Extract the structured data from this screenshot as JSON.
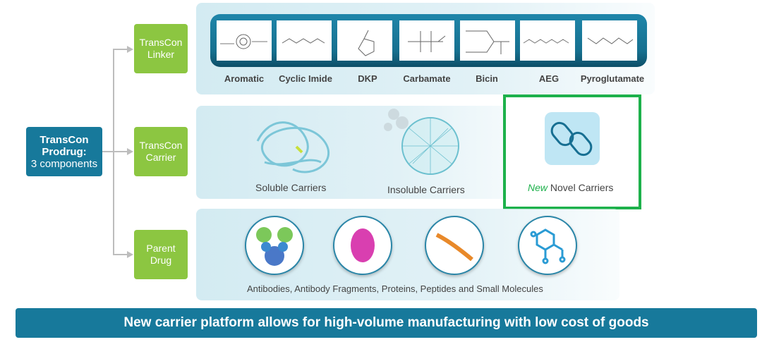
{
  "prodrug": {
    "line1": "TransCon",
    "line2": "Prodrug:",
    "line3": "3 components"
  },
  "components": [
    {
      "line1": "TransCon",
      "line2": "Linker"
    },
    {
      "line1": "TransCon",
      "line2": "Carrier"
    },
    {
      "line1": "Parent",
      "line2": "Drug"
    }
  ],
  "linkers": [
    "Aromatic",
    "Cyclic Imide",
    "DKP",
    "Carbamate",
    "Bicin",
    "AEG",
    "Pyroglutamate"
  ],
  "carriers": {
    "soluble": "Soluble Carriers",
    "insoluble": "Insoluble Carriers",
    "new_tag": "New",
    "novel": "Novel Carriers"
  },
  "parent_drug_caption": "Antibodies, Antibody Fragments, Proteins, Peptides and Small Molecules",
  "banner": "New carrier platform allows for high-volume manufacturing with low cost of goods",
  "colors": {
    "primary": "#17799b",
    "green_box": "#8cc641",
    "highlight": "#1db14b"
  }
}
